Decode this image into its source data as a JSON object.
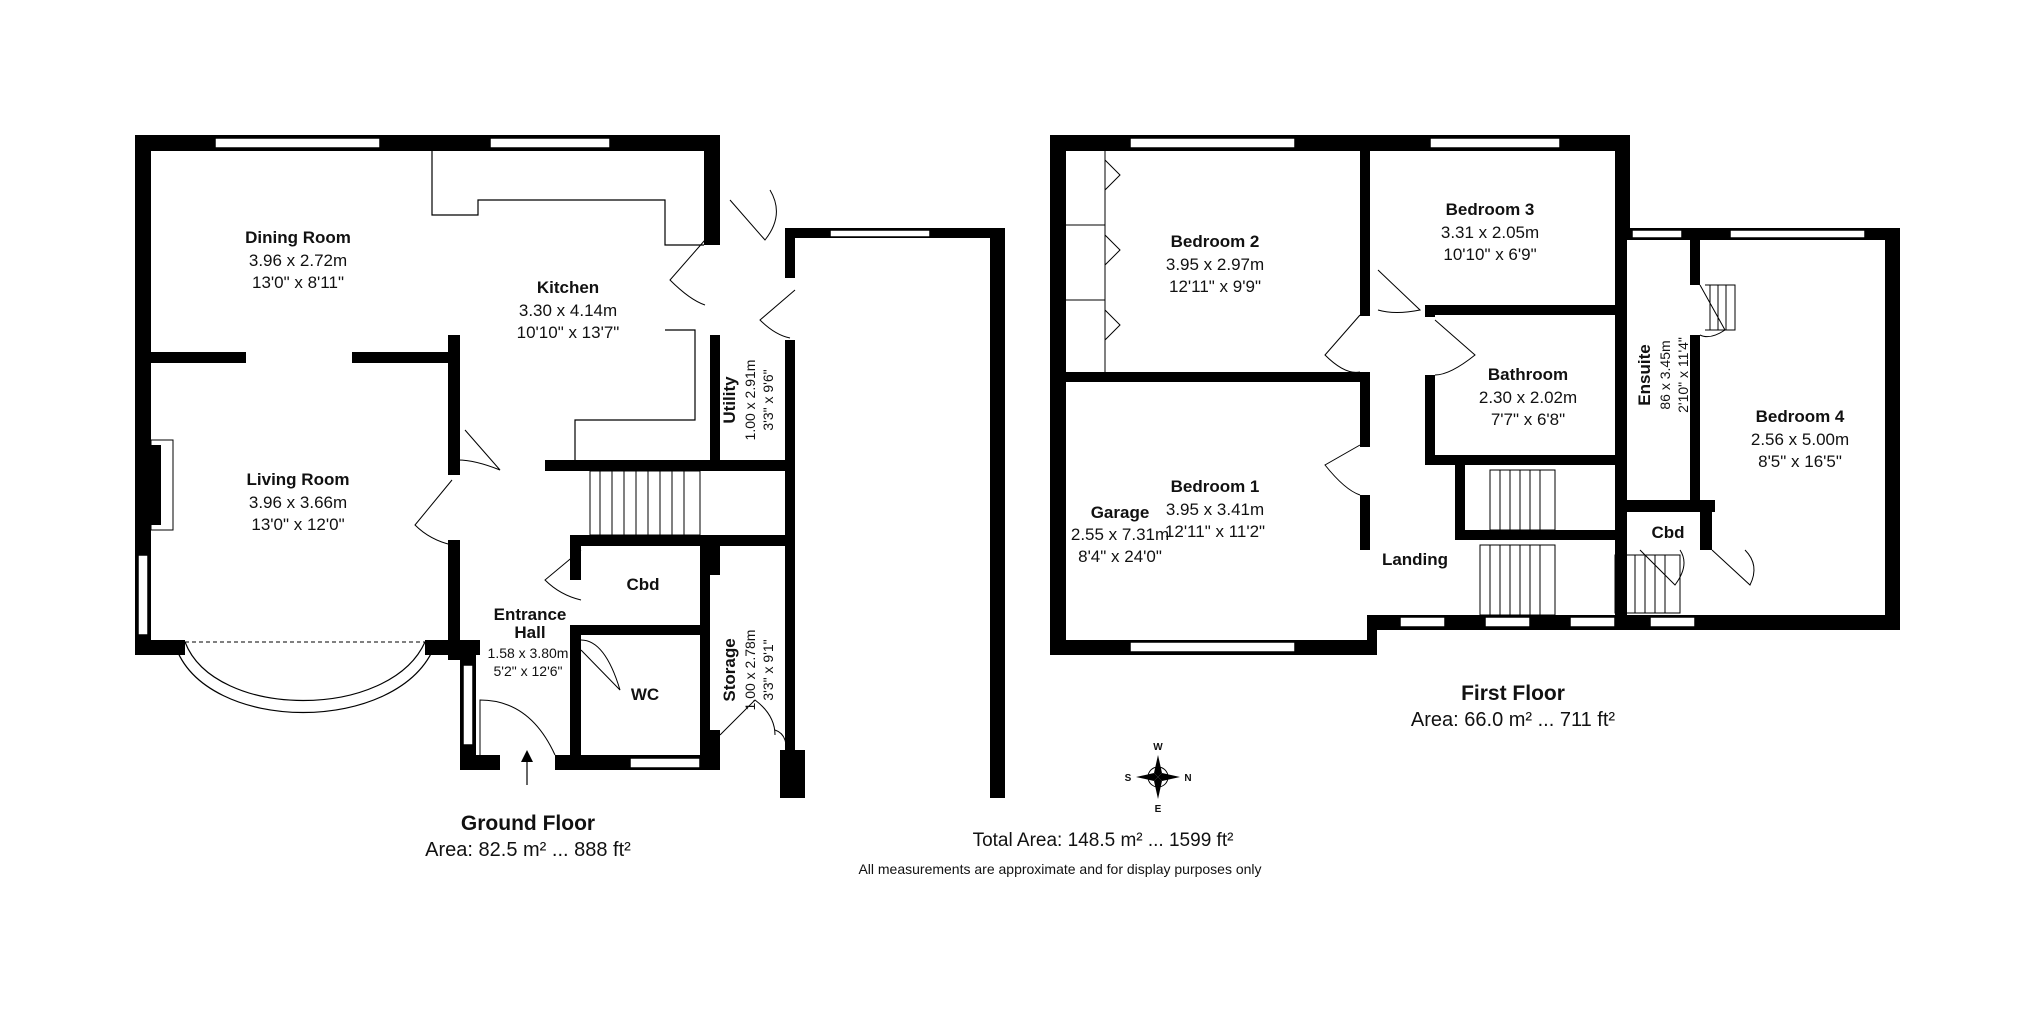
{
  "ground_floor": {
    "title": "Ground Floor",
    "area": "Area: 82.5 m² ... 888 ft²",
    "rooms": {
      "dining": {
        "name": "Dining Room",
        "metric": "3.96 x 2.72m",
        "imperial": "13'0\" x 8'11\""
      },
      "kitchen": {
        "name": "Kitchen",
        "metric": "3.30 x 4.14m",
        "imperial": "10'10\" x 13'7\""
      },
      "living": {
        "name": "Living Room",
        "metric": "3.96 x 3.66m",
        "imperial": "13'0\" x 12'0\""
      },
      "utility": {
        "name": "Utility",
        "metric": "1.00 x 2.91m",
        "imperial": "3'3\" x 9'6\""
      },
      "garage": {
        "name": "Garage",
        "metric": "2.55 x 7.31m",
        "imperial": "8'4\" x 24'0\""
      },
      "cbd": {
        "name": "Cbd"
      },
      "entrance": {
        "name_line1": "Entrance",
        "name_line2": "Hall",
        "metric": "1.58 x 3.80m",
        "imperial": "5'2\" x 12'6\""
      },
      "wc": {
        "name": "WC"
      },
      "storage": {
        "name": "Storage",
        "metric": "1.00 x 2.78m",
        "imperial": "3'3\" x 9'1\""
      }
    }
  },
  "first_floor": {
    "title": "First Floor",
    "area": "Area: 66.0 m² ... 711 ft²",
    "rooms": {
      "bedroom2": {
        "name": "Bedroom 2",
        "metric": "3.95 x 2.97m",
        "imperial": "12'11\" x 9'9\""
      },
      "bedroom3": {
        "name": "Bedroom 3",
        "metric": "3.31 x 2.05m",
        "imperial": "10'10\" x 6'9\""
      },
      "bathroom": {
        "name": "Bathroom",
        "metric": "2.30 x 2.02m",
        "imperial": "7'7\" x 6'8\""
      },
      "ensuite": {
        "name": "Ensuite",
        "metric": "86 x 3.45m",
        "imperial": "2'10\" x 11'4\""
      },
      "bedroom4": {
        "name": "Bedroom 4",
        "metric": "2.56 x 5.00m",
        "imperial": "8'5\" x 16'5\""
      },
      "bedroom1": {
        "name": "Bedroom 1",
        "metric": "3.95 x 3.41m",
        "imperial": "12'11\" x 11'2\""
      },
      "landing": {
        "name": "Landing"
      },
      "cbd": {
        "name": "Cbd"
      }
    }
  },
  "totals": {
    "total_area": "Total Area: 148.5 m² ... 1599 ft²",
    "disclaimer": "All measurements are approximate and for display purposes only"
  },
  "compass": {
    "n": "N",
    "s": "S",
    "e": "E",
    "w": "W"
  }
}
